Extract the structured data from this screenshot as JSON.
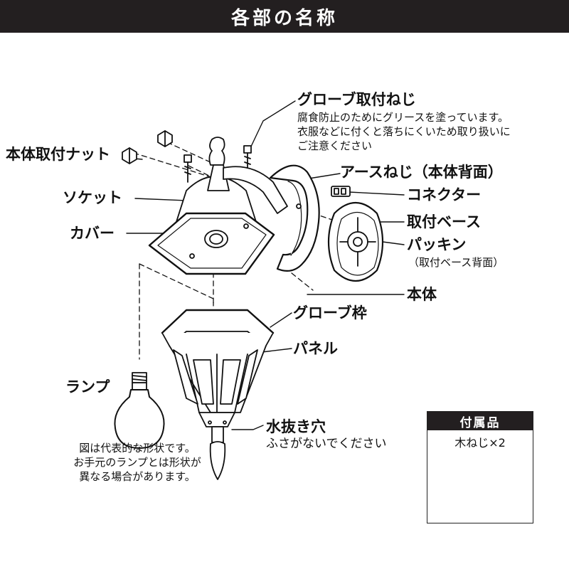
{
  "header": {
    "title": "各部の名称"
  },
  "labels": {
    "globe_screw": "グローブ取付ねじ",
    "globe_screw_note": "腐食防止のためにグリースを塗っています。\n衣服などに付くと落ちにくいため取り扱いに\nご注意ください",
    "body_nut": "本体取付ナット",
    "socket": "ソケット",
    "cover": "カバー",
    "earth_screw": "アースねじ（本体背面）",
    "connector": "コネクター",
    "base": "取付ベース",
    "packing": "パッキン",
    "packing_note": "（取付ベース背面）",
    "body": "本体",
    "globe_frame": "グローブ枠",
    "panel": "パネル",
    "lamp": "ランプ",
    "lamp_note": "図は代表的な形状です。\nお手元のランプとは形状が\n異なる場合があります。",
    "drain": "水抜き穴",
    "drain_note": "ふさがないでください"
  },
  "accessories": {
    "title": "付属品",
    "item": "木ねじ×2"
  }
}
